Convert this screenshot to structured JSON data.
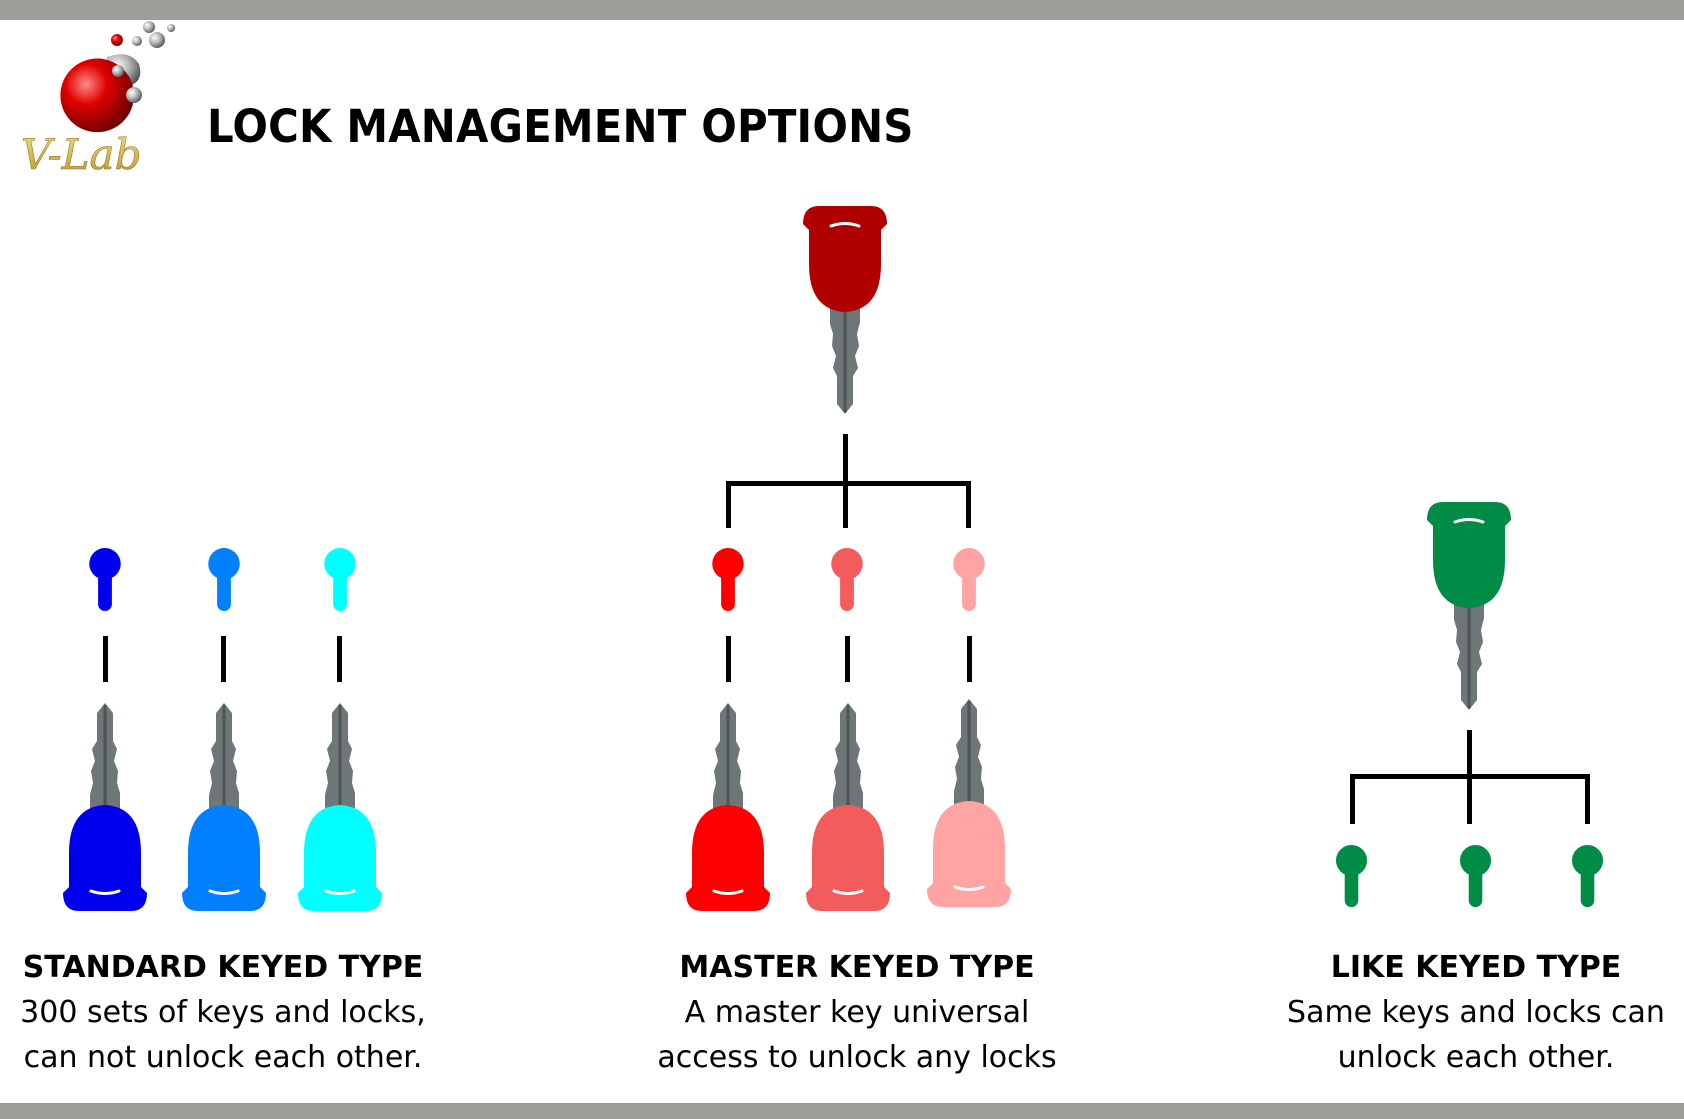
{
  "header": {
    "logo_text": "V-Lab",
    "title": "LOCK MANAGEMENT OPTIONS"
  },
  "colors": {
    "top_bar": "#9d9d99",
    "standard": [
      "#0000ee",
      "#0080ff",
      "#00ffff"
    ],
    "master_key": "#b00000",
    "master": [
      "#ff0000",
      "#f45b5b",
      "#ffa3a3"
    ],
    "like": "#008c46",
    "blade": "#6f7678"
  },
  "sections": [
    {
      "title": "STANDARD KEYED TYPE",
      "lines": [
        "300 sets of keys and locks,",
        "can not unlock each other."
      ]
    },
    {
      "title": "MASTER KEYED TYPE",
      "lines": [
        "A master key universal",
        "access to unlock any locks"
      ]
    },
    {
      "title": "LIKE KEYED TYPE",
      "lines": [
        "Same keys and locks can",
        "unlock each other."
      ]
    }
  ]
}
